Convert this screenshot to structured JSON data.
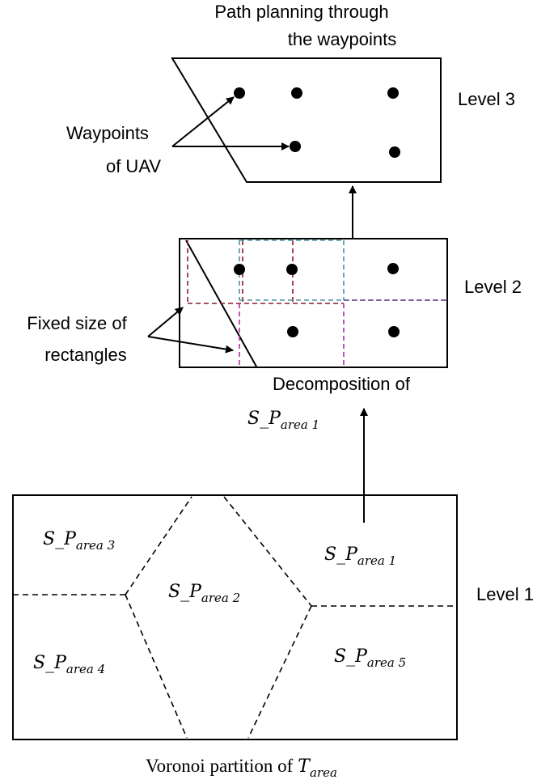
{
  "level3": {
    "title_line1": "Path planning through",
    "title_line2": "the waypoints",
    "label": "Level 3",
    "waypoints_label_line1": "Waypoints",
    "waypoints_label_line2": "of UAV"
  },
  "level2": {
    "label": "Level 2",
    "rect_label_line1": "Fixed size of",
    "rect_label_line2": "rectangles",
    "decomp_prefix": "Decomposition of",
    "decomp_area": {
      "main": "S_P",
      "sub": "area 1"
    }
  },
  "level1": {
    "label": "Level 1",
    "caption_prefix": "Voronoi partition of",
    "caption_var": "T",
    "caption_sub": "area",
    "regions": [
      {
        "main": "S_P",
        "sub": "area 3"
      },
      {
        "main": "S_P",
        "sub": "area 1"
      },
      {
        "main": "S_P",
        "sub": "area 2"
      },
      {
        "main": "S_P",
        "sub": "area 4"
      },
      {
        "main": "S_P",
        "sub": "area 5"
      }
    ]
  },
  "colors": {
    "line": "#000000",
    "grid_red": "#8b1a2b",
    "grid_teal": "#4a8fa3",
    "grid_magenta": "#b0309b",
    "grid_purple": "#7a3b8c"
  }
}
